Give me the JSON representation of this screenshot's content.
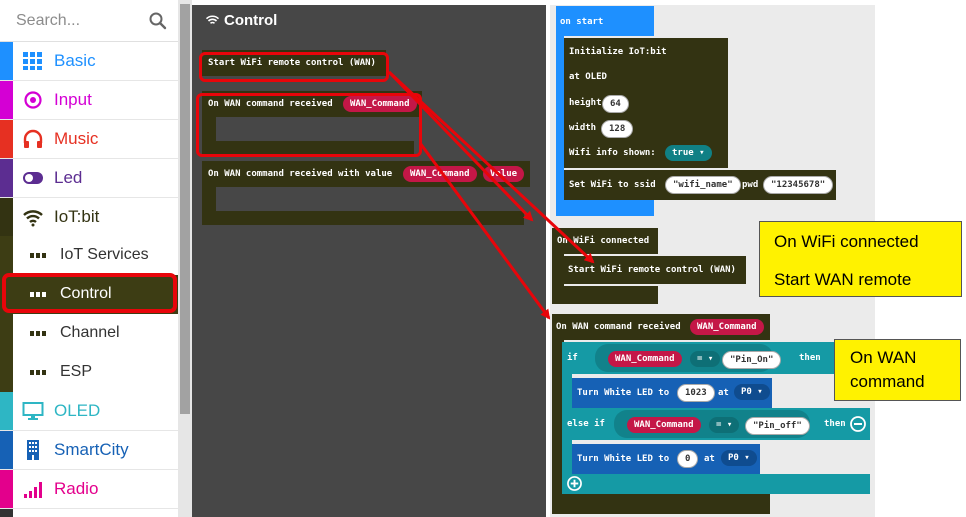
{
  "search": {
    "placeholder": "Search..."
  },
  "categories": [
    {
      "label": "Basic",
      "color": "#1e90ff",
      "icon": "grid-icon"
    },
    {
      "label": "Input",
      "color": "#d400d4",
      "icon": "target-icon"
    },
    {
      "label": "Music",
      "color": "#e63022",
      "icon": "headphones-icon"
    },
    {
      "label": "Led",
      "color": "#5c2d91",
      "icon": "toggle-icon"
    },
    {
      "label": "IoT:bit",
      "color": "#333312",
      "icon": "wifi-icon"
    },
    {
      "label": "OLED",
      "color": "#2eb6c4",
      "icon": "monitor-icon"
    },
    {
      "label": "SmartCity",
      "color": "#1661b5",
      "icon": "building-icon"
    },
    {
      "label": "Radio",
      "color": "#e3008c",
      "icon": "signal-bars-icon"
    }
  ],
  "subcategories": [
    {
      "label": "IoT Services"
    },
    {
      "label": "Control"
    },
    {
      "label": "Channel"
    },
    {
      "label": "ESP"
    }
  ],
  "flyout": {
    "title": "Control",
    "blocks": {
      "start_wan": "Start WiFi remote control (WAN)",
      "on_wan_cmd": "On WAN command received",
      "on_wan_cmd_var": "WAN_Command",
      "on_wan_cmd_val": "On WAN command received with value",
      "on_wan_cmd_val_var1": "WAN_Command",
      "on_wan_cmd_val_var2": "Value"
    }
  },
  "workspace": {
    "on_start": {
      "label": "on start",
      "init": "Initialize IoT:bit",
      "at_oled": "at OLED",
      "height_label": "height",
      "height_value": "64",
      "width_label": "width",
      "width_value": "128",
      "wifi_info_label": "Wifi info shown:",
      "wifi_info_value": "true",
      "set_wifi_label": "Set WiFi to ssid",
      "ssid_value": "wifi_name",
      "pwd_label": "pwd",
      "pwd_value": "12345678"
    },
    "on_wifi": {
      "label": "On WiFi connected",
      "body": "Start WiFi remote control (WAN)"
    },
    "on_wan": {
      "label": "On WAN command received",
      "var": "WAN_Command",
      "if_label": "if",
      "cond1_var": "WAN_Command",
      "cond1_op": "=",
      "cond1_value": "Pin_On",
      "then_label": "then",
      "led1_label": "Turn White LED to",
      "led1_value": "1023",
      "led1_at": "at",
      "led1_pin": "P0",
      "else_if_label": "else if",
      "cond2_var": "WAN_Command",
      "cond2_op": "=",
      "cond2_value": "Pin_off",
      "then2_label": "then",
      "led2_label": "Turn White LED to",
      "led2_value": "0",
      "led2_at": "at",
      "led2_pin": "P0"
    }
  },
  "callouts": {
    "wifi_line1": "On WiFi connected",
    "wifi_line2": "Start WAN remote",
    "wan_line1": "On WAN",
    "wan_line2": "command"
  },
  "colors": {
    "iot": "#333312",
    "highlight_red": "#e8050a",
    "callout_yellow": "#fff200",
    "flyout_bg": "#474747"
  }
}
